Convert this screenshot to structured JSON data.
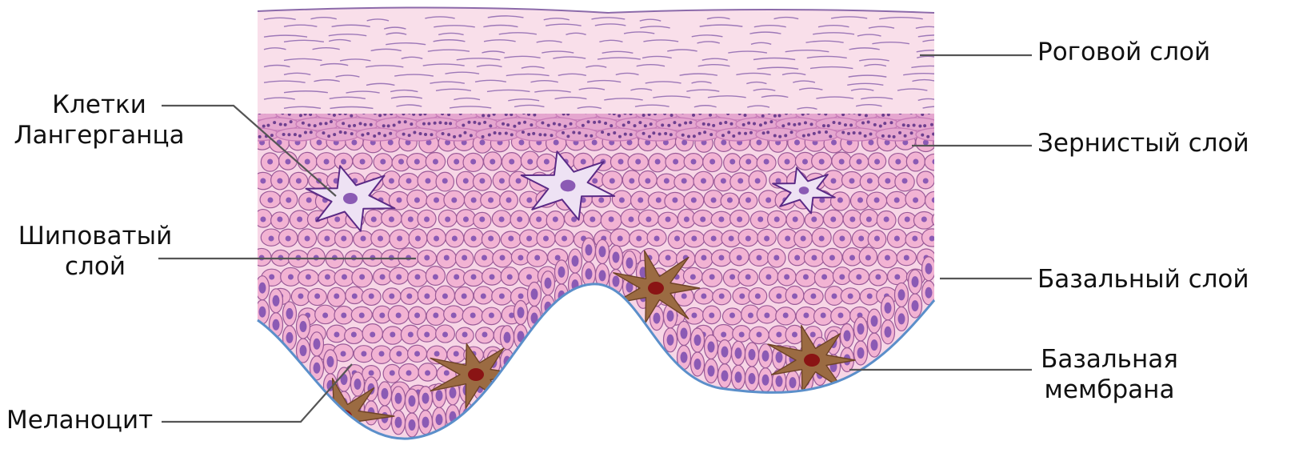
{
  "labels": {
    "horny_layer": "Роговой слой",
    "granular_layer": "Зернистый слой",
    "basal_layer": "Базальный слой",
    "basal_membrane_l1": "Базальная",
    "basal_membrane_l2": "мембрана",
    "langerhans_l1": "Клетки",
    "langerhans_l2": "Лангерганца",
    "spinous_l1": "Шиповатый",
    "spinous_l2": "слой",
    "melanocyte": "Меланоцит"
  },
  "colors": {
    "stratum_corneum": "#f9dfea",
    "corneum_lines": "#9d78b8",
    "granular_cell": "#c77bb8",
    "granule": "#6d3f8f",
    "spinous_bg": "#f7d6e6",
    "keratinocyte": "#f2b3d3",
    "cell_outline": "#9a5a98",
    "nucleus": "#8b5ab4",
    "langerhans_fill": "#eee2f4",
    "langerhans_outline": "#5a2a86",
    "melanocyte_fill": "#9b6b42",
    "melanocyte_nucleus": "#8a1414",
    "membrane": "#5b8fca",
    "leader_line": "#555555"
  }
}
